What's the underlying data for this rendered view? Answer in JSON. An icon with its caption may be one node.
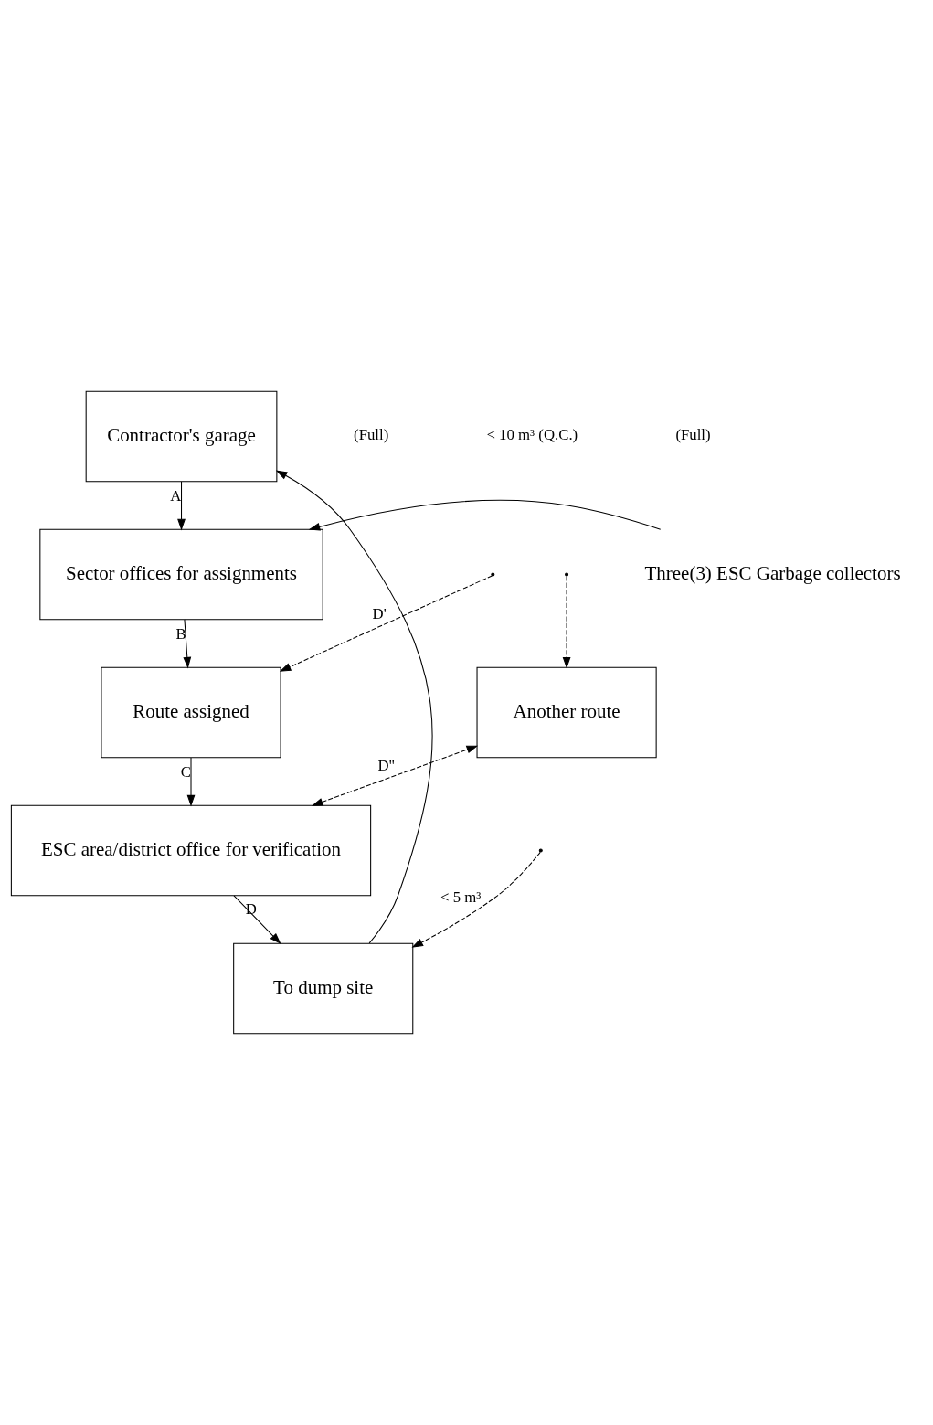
{
  "diagram": {
    "nodes": [
      {
        "text": [
          "Contractor's garage"
        ]
      },
      {
        "text": [
          "Sector offices for assignments"
        ]
      },
      {
        "text": [
          "Three(3) ESC Garbage collectors"
        ]
      },
      {
        "text": [
          "Route assigned"
        ]
      },
      {
        "text": [
          "Another route"
        ]
      },
      {
        "text": [
          "ESC area/district office for verification"
        ]
      },
      {
        "text": [
          "To dump site"
        ]
      }
    ],
    "edges": [
      {
        "from": 0,
        "to": 1,
        "arrow": "to",
        "label": "A"
      },
      {
        "from": 2,
        "to": 1,
        "arrow": "to"
      },
      {
        "from": 1,
        "to": 3,
        "arrow": "to",
        "label": "B"
      },
      {
        "from": 3,
        "to": 5,
        "arrow": "to",
        "label": "C"
      },
      {
        "from": 5,
        "to": 6,
        "arrow": "to",
        "label": "D"
      },
      {
        "from": 6,
        "to": 0,
        "arrow": "to"
      },
      {
        "from": null,
        "to": 3,
        "arrow": "to",
        "style": "dashed",
        "label": "D'"
      },
      {
        "from": null,
        "to": 4,
        "arrow": "to",
        "style": "dashed"
      },
      {
        "from": null,
        "to": 6,
        "arrow": "to",
        "style": "dashed",
        "label": "< 5 m³"
      },
      {
        "from": 5,
        "to": 4,
        "arrow": "both",
        "style": "dashed",
        "label": "D''"
      }
    ],
    "labels": [
      "(Full)",
      "< 10 m³ (Q.C.)",
      "(Full)"
    ]
  }
}
